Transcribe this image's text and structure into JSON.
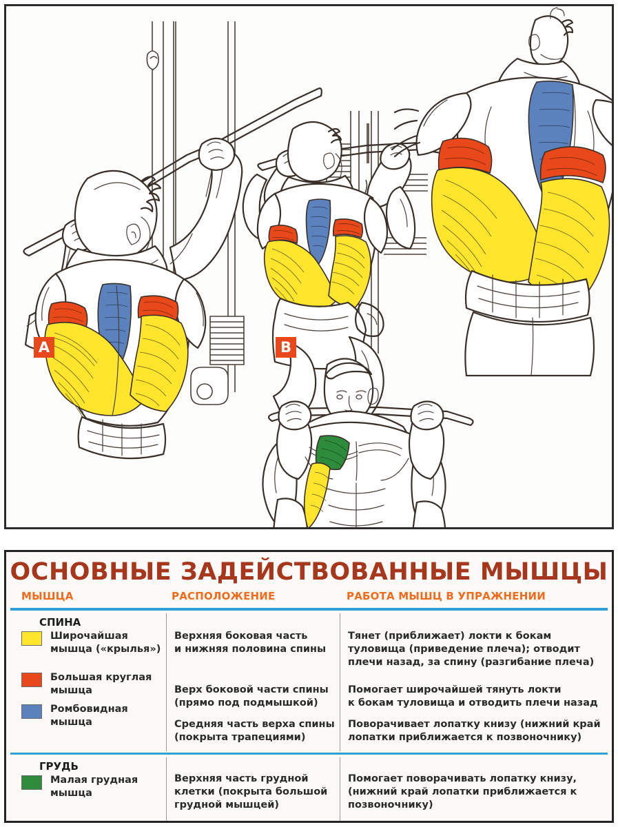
{
  "illustration": {
    "panel_name": "exercise-illustration",
    "figure_labels": [
      {
        "id": "A",
        "text": "A"
      },
      {
        "id": "B",
        "text": "В"
      }
    ],
    "colors": {
      "latissimus_yellow": "#FFE52B",
      "teres_major_red": "#E8481A",
      "rhomboid_blue": "#5B82BD",
      "pectoralis_minor_green": "#2E8B3C",
      "outline": "#3a2f28",
      "skin_fill": "#ffffff"
    },
    "scenes": [
      {
        "name": "lat-pulldown-start-position",
        "label": "A",
        "description": "Athlete seen from behind with arms extended overhead gripping a wide lat bar of a cable machine"
      },
      {
        "name": "lat-pulldown-end-position",
        "label": "В",
        "description": "Athlete seated at the machine pulling the bar down behind the neck"
      },
      {
        "name": "back-anatomy-detail",
        "label": "",
        "description": "Close-up of upper back showing highlighted latissimus dorsi, teres major and rhomboid muscles"
      },
      {
        "name": "front-anatomy-detail",
        "label": "",
        "description": "Front view of the athlete holding the bar showing the pectoralis minor highlighted in green"
      }
    ]
  },
  "table": {
    "title": "ОСНОВНЫЕ ЗАДЕЙСТВОВАННЫЕ МЫШЦЫ",
    "column_headers": [
      "МЫШЦА",
      "РАСПОЛОЖЕНИЕ",
      "РАБОТА МЫШЦ В УПРАЖНЕНИИ"
    ],
    "sections": [
      {
        "group": "СПИНА",
        "rows": [
          {
            "color": "#FFE52B",
            "muscle": "Широчайшая\nмышца («крылья»)",
            "location": "Верхняя боковая часть\nи нижняя половина спины",
            "action": "Тянет (приближает) локти к бокам\nтуловища (приведение плеча); отводит\nплечи назад, за спину (разгибание плеча)"
          },
          {
            "color": "#E8481A",
            "muscle": "Большая круглая\nмышца",
            "location": "Верх боковой части спины\n(прямо под подмышкой)",
            "action": "Помогает широчайшей тянуть локти\nк бокам туловища и отводить плечи назад"
          },
          {
            "color": "#5B82BD",
            "muscle": "Ромбовидная\nмышца",
            "location": "Средняя часть верха спины\n(покрыта трапециями)",
            "action": "Поворачивает лопатку книзу (нижний край\nлопатки приближается к позвоночнику)"
          }
        ]
      },
      {
        "group": "ГРУДЬ",
        "rows": [
          {
            "color": "#2E8B3C",
            "muscle": "Малая грудная\nмышца",
            "location": "Верхняя часть грудной\nклетки (покрыта большой\nгрудной мышцей)",
            "action": "Помогает поворачивать лопатку книзу,\n(нижний край лопатки приближается к\nпозвоночнику)"
          }
        ]
      }
    ],
    "accent_rule_color": "#2F9FD8",
    "title_color": "#A6361C",
    "header_color": "#F26A1B"
  }
}
